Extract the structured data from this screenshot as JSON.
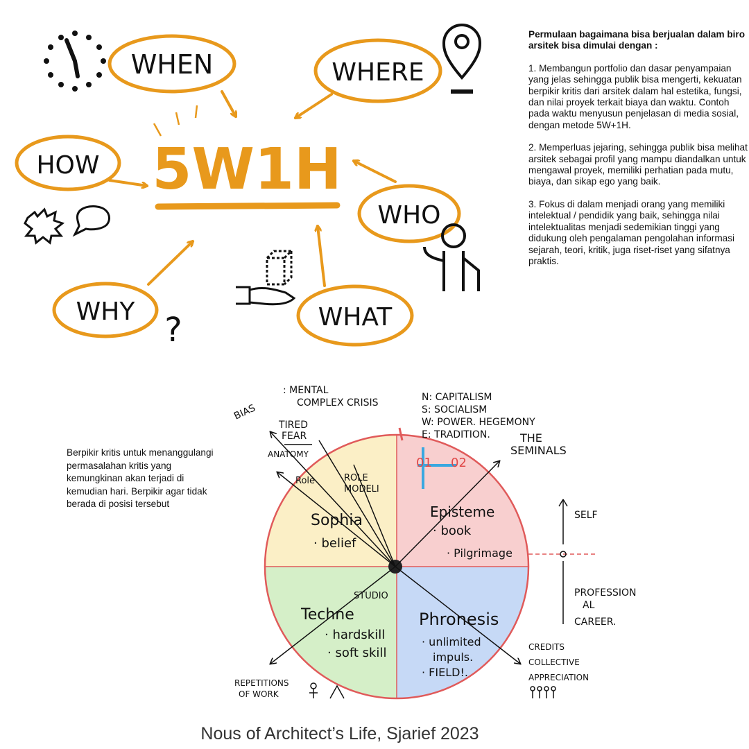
{
  "top_diagram": {
    "center_label": "5W1H",
    "bubbles": {
      "when": "WHEN",
      "where": "WHERE",
      "how": "HOW",
      "who": "WHO",
      "why": "WHY",
      "what": "WHAT"
    },
    "question_mark": "?",
    "accent_color": "#E8991C"
  },
  "text_panel": {
    "heading": "Permulaan bagaimana bisa berjualan dalam biro arsitek bisa dimulai dengan :",
    "points": [
      "1. Membangun portfolio dan dasar penyampaian yang jelas sehingga publik bisa mengerti, kekuatan berpikir kritis dari arsitek dalam hal estetika, fungsi, dan nilai proyek terkait biaya dan waktu. Contoh pada waktu menyusun penjelasan di media sosial, dengan metode 5W+1H.",
      "2. Memperluas jejaring, sehingga publik bisa melihat arsitek sebagai profil yang mampu diandalkan untuk mengawal proyek, memiliki perhatian pada mutu, biaya, dan sikap ego yang baik.",
      "3. Fokus di dalam menjadi orang yang memiliki intelektual / pendidik yang baik, sehingga nilai intelektualitas menjadi sedemikian tinggi yang didukung oleh pengalaman pengolahan informasi sejarah, teori, kritik, juga riset-riset yang sifatnya praktis."
    ]
  },
  "side_note": "Berpikir kritis untuk menanggulangi permasalahan kritis yang kemungkinan akan terjadi di kemudian hari. Berpikir agar tidak berada di posisi tersebut",
  "nous_diagram": {
    "quadrant_colors": {
      "sophia": "#FBEFC6",
      "episteme": "#F8CFCF",
      "techne": "#D5EFC8",
      "phronesis": "#C6D9F6",
      "circle": "#E05A5A"
    },
    "labels": {
      "mental": ": MENTAL",
      "complex_crisis": "COMPLEX CRISIS",
      "bias": "BIAS",
      "tired": "TIRED",
      "fear": "FEAR",
      "anatomy": "ANATOMY",
      "capitalism": "N: CAPITALISM",
      "socialism": "S: SOCIALISM",
      "power": "W: POWER. HEGEMONY",
      "tradition": "E: TRADITION.",
      "the": "THE",
      "seminals": "SEMINALS",
      "q01": "01",
      "q02": "02",
      "sophia": "Sophia",
      "belief": "· belief",
      "role_model_1": "Role",
      "role_model_2": "ROLE",
      "modeli": "MODELI",
      "episteme": "Episteme",
      "book": "· book",
      "pilgrimage": "· Pilgrimage",
      "techne": "Techne",
      "studio": "STUDIO",
      "hardskill": "· hardskill",
      "softskill": "· soft skill",
      "phronesis": "Phronesis",
      "unlimited": "· unlimited",
      "impulse": "impuls.",
      "field": "· FIELD!.",
      "self": "SELF",
      "professional": "PROFESSION",
      "al": "AL",
      "career": "CAREER.",
      "repetitions": "REPETITIONS",
      "of_work": "OF WORK",
      "credits": "CREDITS",
      "collective": "COLLECTIVE",
      "appreciation": "APPRECIATION"
    }
  },
  "caption": "Nous of Architect’s Life, Sjarief 2023"
}
